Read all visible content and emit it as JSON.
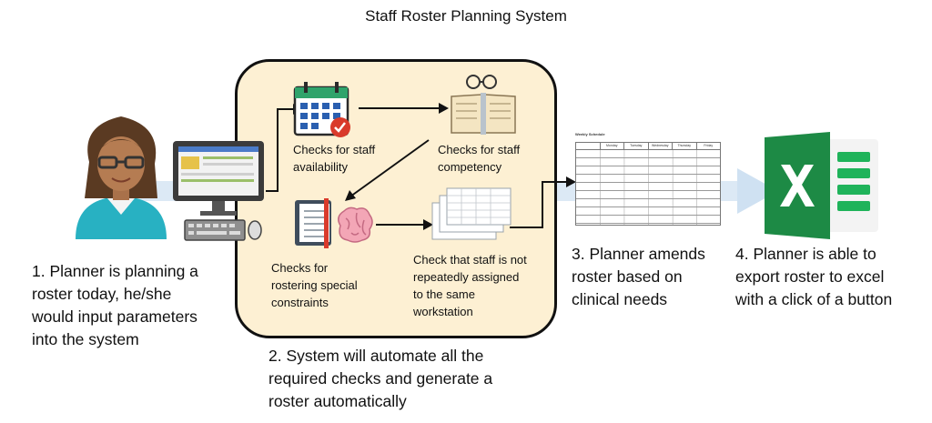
{
  "diagram": {
    "title": "Staff Roster Planning System",
    "steps": {
      "step1": [
        "1. Planner is planning a",
        "roster today, he/she",
        "would input parameters",
        "into the system"
      ],
      "step2": [
        "2. System will automate all the",
        "required checks and generate a",
        "roster automatically"
      ],
      "step3": [
        "3. Planner amends",
        "roster based on",
        "clinical needs"
      ],
      "step4": [
        "4. Planner is able to",
        "export roster to excel",
        "with a click of a button"
      ]
    },
    "checks": {
      "availability": [
        "Checks for staff",
        "availability"
      ],
      "competency": [
        "Checks for staff",
        "competency"
      ],
      "constraints": [
        "Checks for",
        "rostering special",
        "constraints"
      ],
      "workstation": [
        "Check that staff is not",
        "repeatedly assigned",
        "to the same",
        "workstation"
      ]
    },
    "roster_doc": {
      "title": "Weekly Schedule",
      "days": [
        "Monday",
        "Tuesday",
        "Wednesday",
        "Thursday",
        "Friday"
      ]
    },
    "icons": [
      "planner-avatar-icon",
      "computer-icon",
      "calendar-icon",
      "glasses-book-icon",
      "notebook-icon",
      "brain-icon",
      "tables-icon",
      "roster-sheet-icon",
      "excel-icon"
    ],
    "colors": {
      "box_fill": "#fdf0d3",
      "excel_green": "#1d8a45",
      "arrow_blue": "#cfe1f2",
      "calendar_red": "#d93a2b"
    }
  }
}
